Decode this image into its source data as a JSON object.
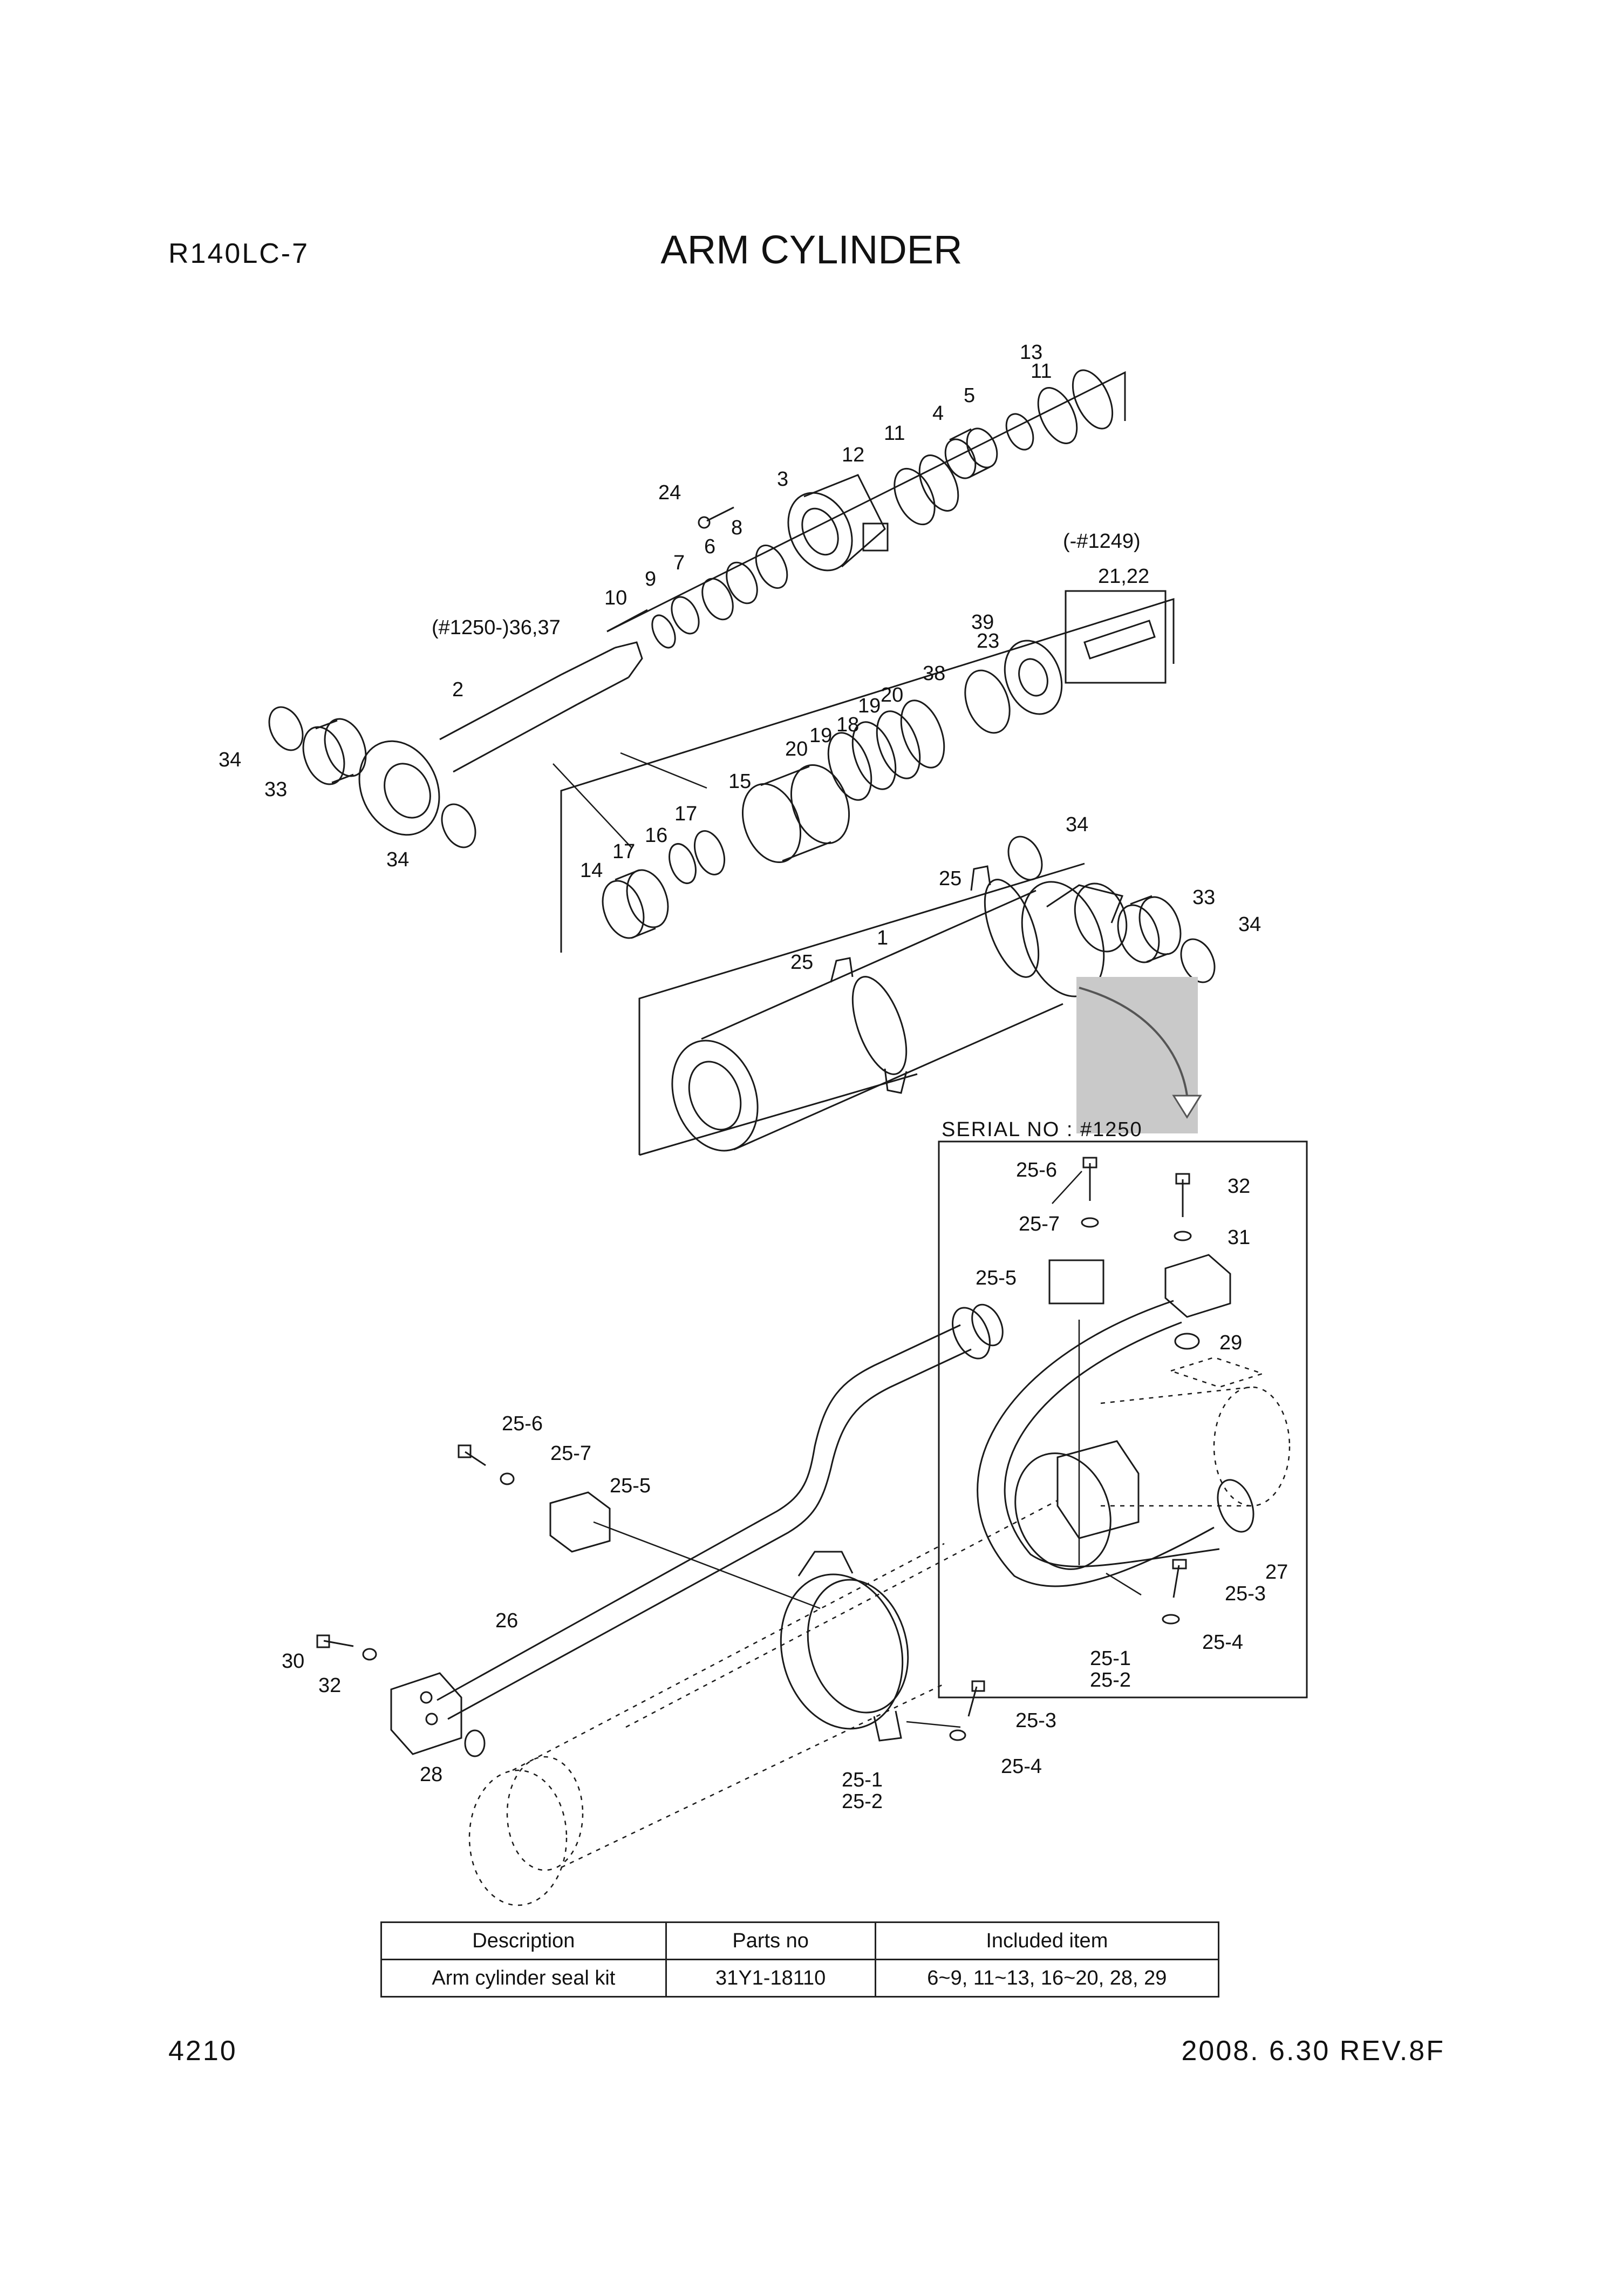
{
  "header": {
    "model": "R140LC-7",
    "title": "ARM CYLINDER"
  },
  "footer": {
    "page": "4210",
    "date_rev": "2008. 6.30  REV.8F"
  },
  "annotations": {
    "serial_note": "SERIAL NO : #1250",
    "range_before": "(-#1249)",
    "range_after": "(#1250-)36,37"
  },
  "callouts": [
    "1",
    "2",
    "3",
    "4",
    "5",
    "6",
    "7",
    "8",
    "9",
    "10",
    "11",
    "11",
    "12",
    "13",
    "14",
    "15",
    "16",
    "17",
    "17",
    "18",
    "19",
    "19",
    "20",
    "20",
    "21,22",
    "23",
    "24",
    "25",
    "25",
    "25-1",
    "25-2",
    "25-3",
    "25-4",
    "25-5",
    "25-6",
    "25-7",
    "25-1",
    "25-2",
    "25-3",
    "25-4",
    "25-5",
    "25-6",
    "25-7",
    "26",
    "27",
    "28",
    "29",
    "30",
    "31",
    "32",
    "32",
    "33",
    "33",
    "34",
    "34",
    "34",
    "34",
    "38",
    "39"
  ],
  "kit_table": {
    "headers": [
      "Description",
      "Parts no",
      "Included item"
    ],
    "rows": [
      {
        "description": "Arm cylinder seal kit",
        "parts_no": "31Y1-18110",
        "included": "6~9, 11~13, 16~20, 28, 29"
      }
    ]
  }
}
